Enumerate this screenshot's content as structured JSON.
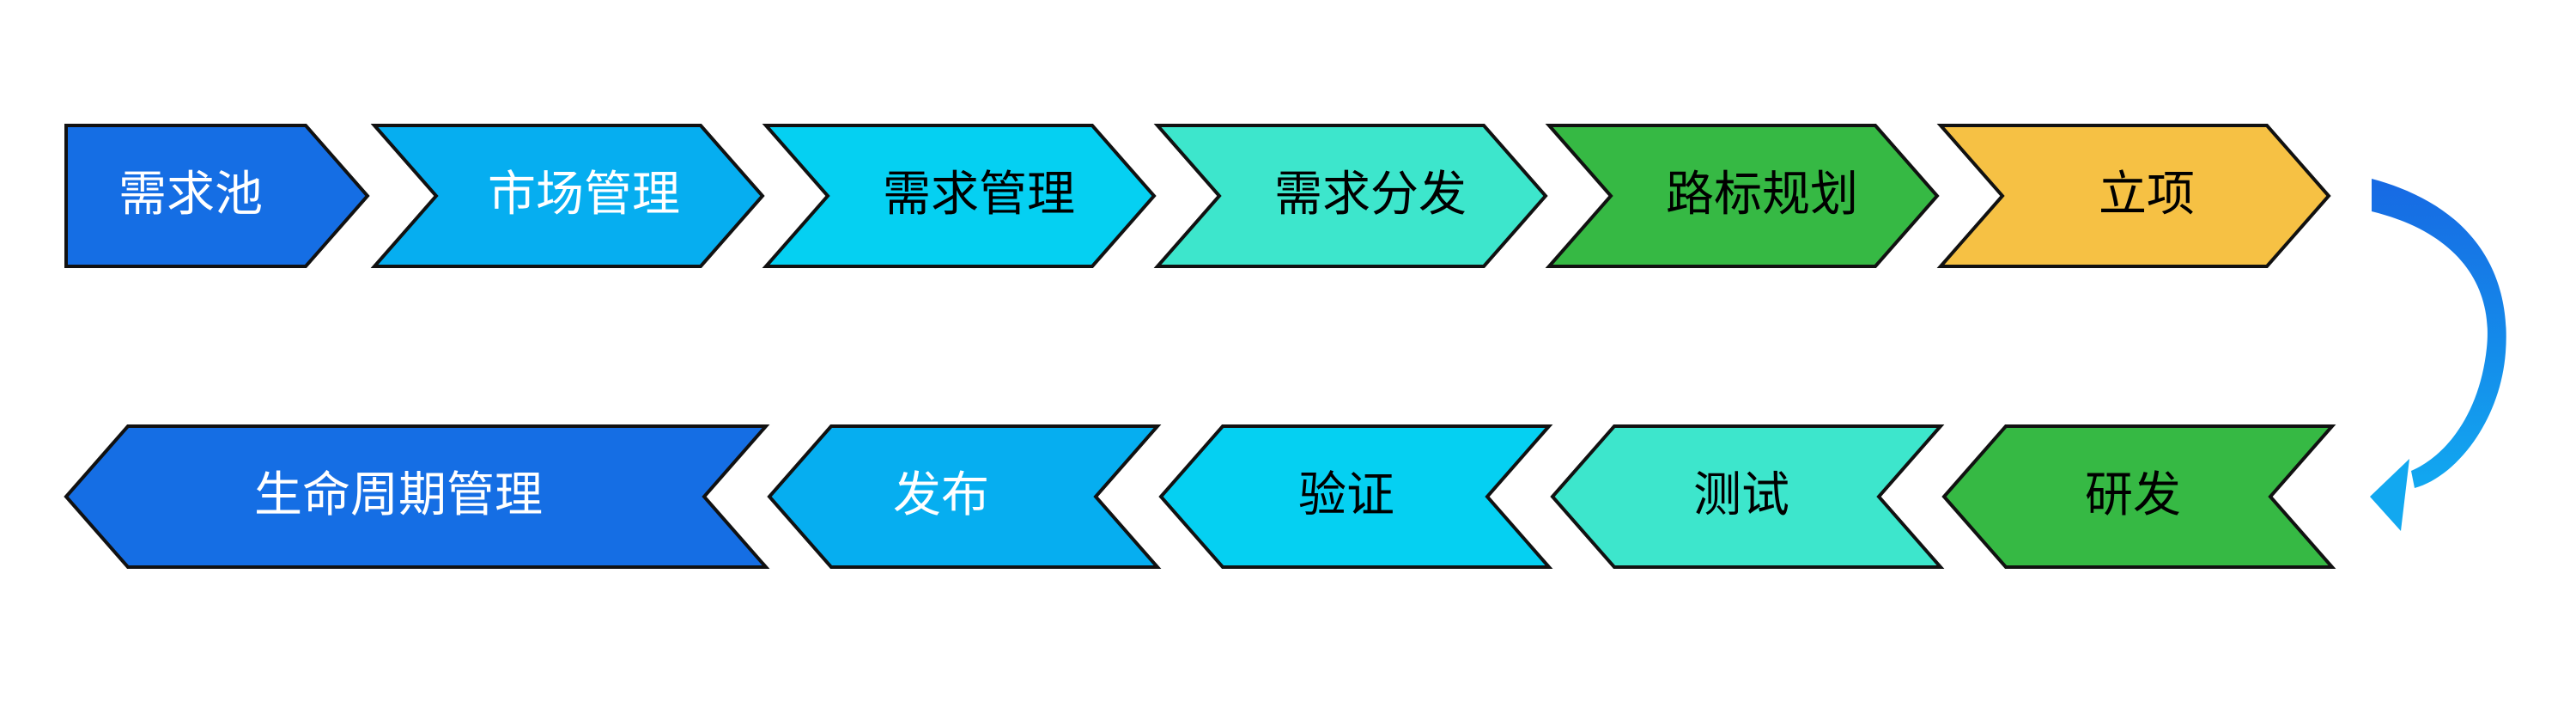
{
  "diagram": {
    "row1": [
      {
        "label": "需求池",
        "color": "#156EE4",
        "text_color": "#FFFFFF"
      },
      {
        "label": "市场管理",
        "color": "#06AEF0",
        "text_color": "#FFFFFF"
      },
      {
        "label": "需求管理",
        "color": "#05D0F2",
        "text_color": "#000000"
      },
      {
        "label": "需求分发",
        "color": "#3DE6CC",
        "text_color": "#000000"
      },
      {
        "label": "路标规划",
        "color": "#36B944",
        "text_color": "#000000"
      },
      {
        "label": "立项",
        "color": "#F6C144",
        "text_color": "#000000"
      }
    ],
    "row2": [
      {
        "label": "生命周期管理",
        "color": "#156EE4",
        "text_color": "#FFFFFF"
      },
      {
        "label": "发布",
        "color": "#06AEF0",
        "text_color": "#FFFFFF"
      },
      {
        "label": "验证",
        "color": "#05D0F2",
        "text_color": "#000000"
      },
      {
        "label": "测试",
        "color": "#3DE6CC",
        "text_color": "#000000"
      },
      {
        "label": "研发",
        "color": "#36B944",
        "text_color": "#000000"
      }
    ],
    "connector_color": "#1A78E6",
    "outline_color": "#111111"
  }
}
